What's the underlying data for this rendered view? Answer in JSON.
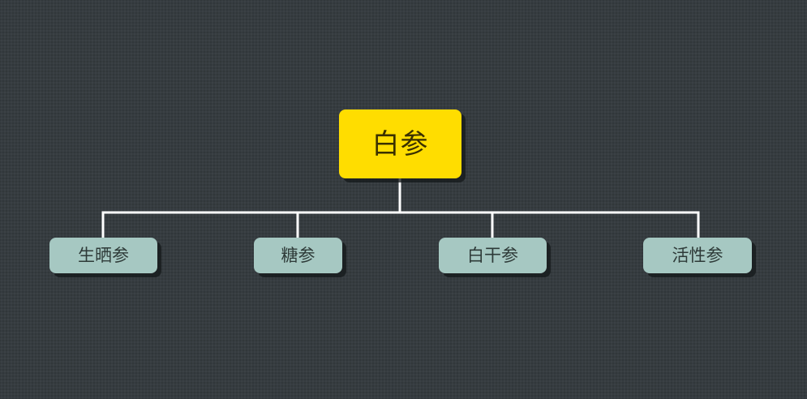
{
  "diagram": {
    "type": "tree",
    "colors": {
      "background": "#363c40",
      "connector": "#ffffff",
      "root_fill": "#ffdd00",
      "root_text": "#3a3000",
      "child_fill": "#a6c8c2",
      "child_text": "#2e3a38"
    },
    "root": {
      "label": "白参"
    },
    "children": [
      {
        "label": "生晒参"
      },
      {
        "label": "糖参"
      },
      {
        "label": "白干参"
      },
      {
        "label": "活性参"
      }
    ]
  }
}
